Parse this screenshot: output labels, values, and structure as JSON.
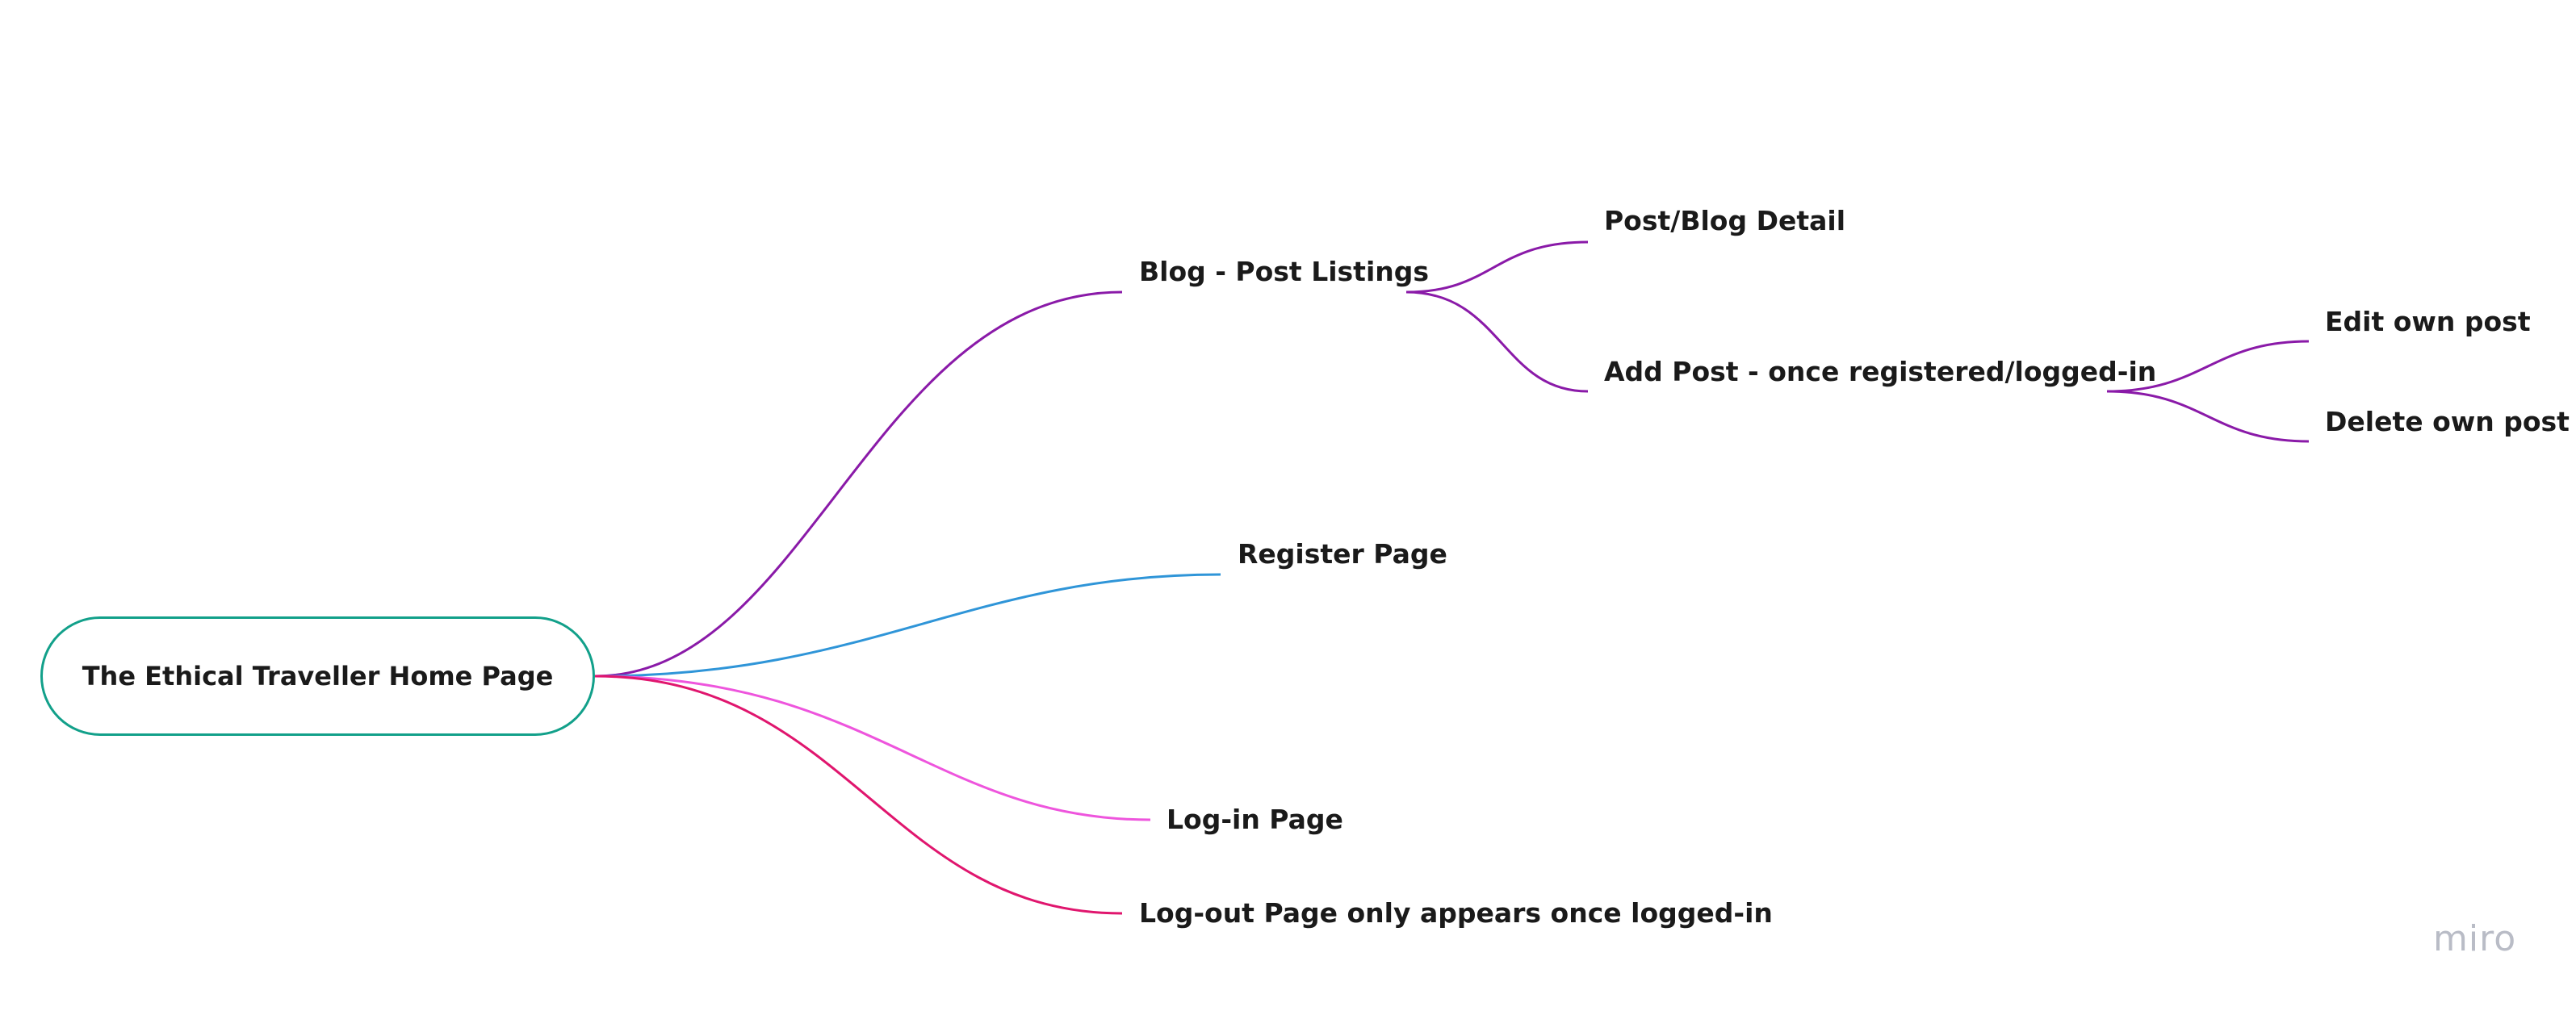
{
  "root": {
    "label": "The Ethical Traveller Home Page",
    "border_color": "#12a08a"
  },
  "nodes": {
    "blog": "Blog - Post Listings",
    "post_detail": "Post/Blog Detail",
    "add_post": "Add Post - once registered/logged-in",
    "edit_post": "Edit own post",
    "delete_post": "Delete own post",
    "register": "Register Page",
    "login": "Log-in Page",
    "logout": "Log-out Page only appears once logged-in"
  },
  "branch_colors": {
    "blog": "#8a1aa8",
    "register": "#2f95d8",
    "login": "#ee55dd",
    "logout": "#e0166e"
  },
  "watermark": "miro"
}
